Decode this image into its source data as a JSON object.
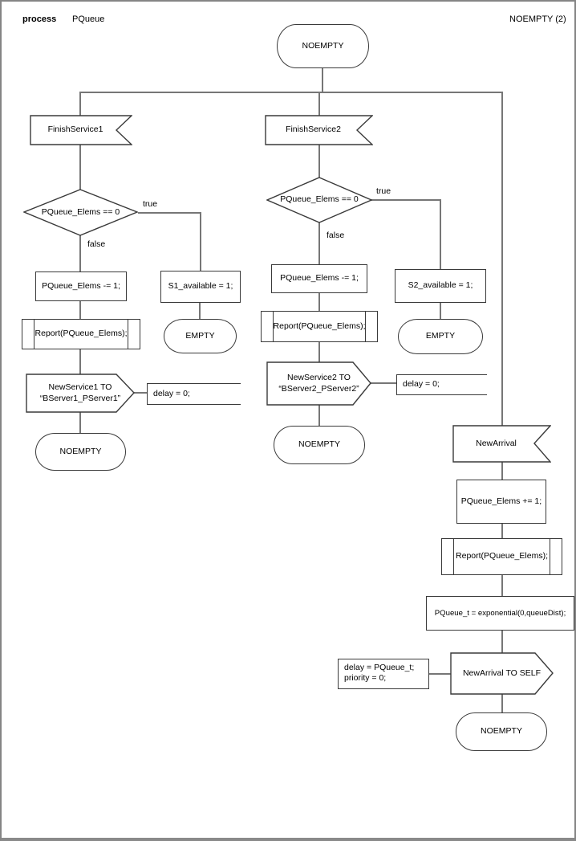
{
  "header": {
    "kind_label": "process",
    "process_name": "PQueue",
    "page_label": "NOEMPTY (2)"
  },
  "top": {
    "start_state": "NOEMPTY"
  },
  "left": {
    "input": "FinishService1",
    "decision": "PQueue_Elems == 0",
    "true_label": "true",
    "false_label": "false",
    "task": "PQueue_Elems -= 1;",
    "procedure": "Report(PQueue_Elems);",
    "output_line1": "NewService1 TO",
    "output_line2": "“BServer1_PServer1”",
    "comment": "delay = 0;",
    "end_state": "NOEMPTY",
    "true_task": "S1_available = 1;",
    "true_state": "EMPTY"
  },
  "middle": {
    "input": "FinishService2",
    "decision": "PQueue_Elems == 0",
    "true_label": "true",
    "false_label": "false",
    "task": "PQueue_Elems -= 1;",
    "procedure": "Report(PQueue_Elems);",
    "output_line1": "NewService2 TO",
    "output_line2": "“BServer2_PServer2”",
    "comment": "delay = 0;",
    "end_state": "NOEMPTY",
    "true_task": "S2_available = 1;",
    "true_state": "EMPTY"
  },
  "right": {
    "input": "NewArrival",
    "task1": "PQueue_Elems += 1;",
    "procedure": "Report(PQueue_Elems);",
    "task2": "PQueue_t = exponential(0,queueDist);",
    "output": "NewArrival TO SELF",
    "comment_line1": "delay = PQueue_t;",
    "comment_line2": "priority = 0;",
    "end_state": "NOEMPTY"
  }
}
